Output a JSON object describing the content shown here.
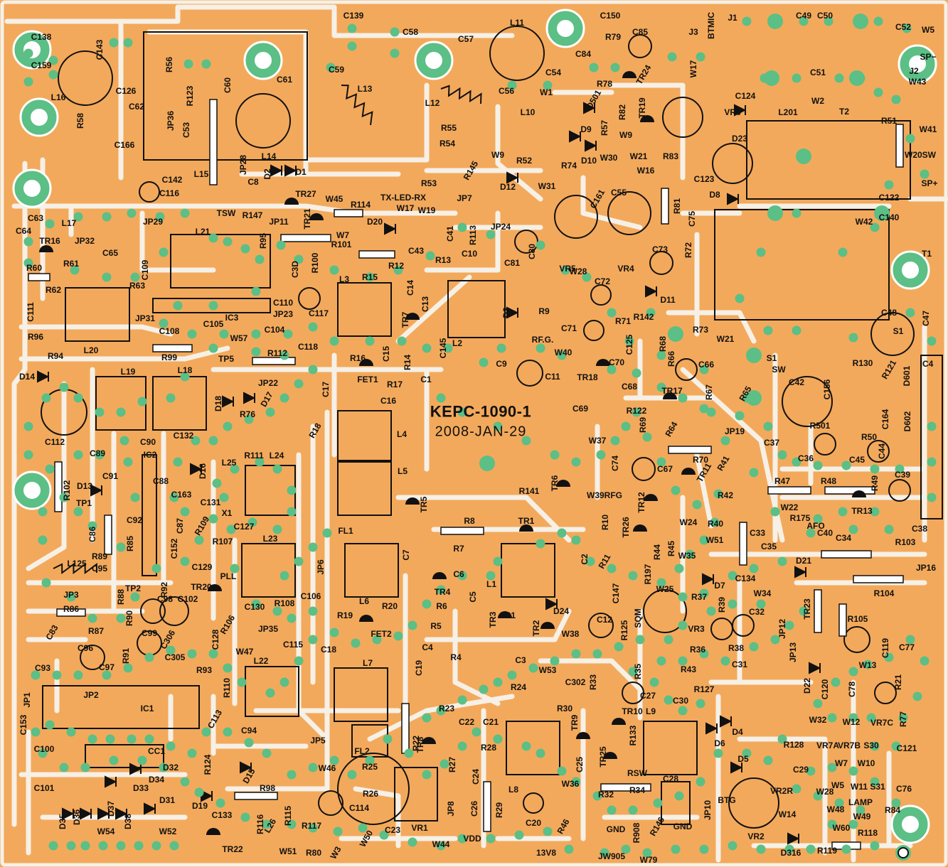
{
  "board": {
    "id": "KEPC-1090-1",
    "date": "2008-JAN-29"
  },
  "colors": {
    "board": "#f3a95b",
    "trace": "#f6f0e6",
    "pad": "#5bbf86",
    "ink": "#111111"
  },
  "labels": {
    "C139": "C139",
    "C150": "C150",
    "C138": "C138",
    "C143": "C143",
    "C58": "C58",
    "C57": "C57",
    "L11": "L11",
    "C85": "C85",
    "J3": "J3",
    "BTMIC": "BTMIC",
    "J1": "J1",
    "C49": "C49",
    "C50": "C50",
    "C52": "C52",
    "W5": "W5",
    "SPM": "SP−",
    "C159": "C159",
    "L16": "L16",
    "C126": "C126",
    "C62": "C62",
    "R56": "R56",
    "R123": "R123",
    "C60": "C60",
    "C61": "C61",
    "C59": "C59",
    "L13": "L13",
    "R79": "R79",
    "C84": "C84",
    "R78": "R78",
    "TR24": "TR24",
    "W17": "W17",
    "C51": "C51",
    "J2": "J2",
    "W43": "W43",
    "R58": "R58",
    "C166": "C166",
    "JP36": "JP36",
    "C53": "C53",
    "L15": "L15",
    "L14": "L14",
    "D2": "D2",
    "D1": "D1",
    "L12": "L12",
    "C56": "C56",
    "L10": "L10",
    "W1": "W1",
    "C54": "C54",
    "D501": "D501",
    "R82": "R82",
    "TR19": "TR19",
    "VR6": "VR6",
    "C124": "C124",
    "W2": "W2",
    "L201": "L201",
    "T2": "T2",
    "R51": "R51",
    "W41": "W41",
    "R55": "R55",
    "R54": "R54",
    "R52": "R52",
    "W9": "W9",
    "D9": "D9",
    "D10": "D10",
    "R57": "R57",
    "W9b": "W9",
    "W30": "W30",
    "W21": "W21",
    "R83": "R83",
    "W16": "W16",
    "D23": "D23",
    "W20SW": "W20SW",
    "JP28": "JP28",
    "C8": "C8",
    "C142": "C142",
    "C116": "C116",
    "R53": "R53",
    "R145": "R145",
    "D12": "D12",
    "R74": "R74",
    "W31": "W31",
    "C55": "C55",
    "C161": "C161",
    "C123": "C123",
    "SPP": "SP+",
    "TR27": "TR27",
    "W45": "W45",
    "TSW": "TSW",
    "R147": "R147",
    "TXLEDRX": "TX-LED-RX",
    "W17b": "W17",
    "W19": "W19",
    "JP7": "JP7",
    "R81": "R81",
    "D8": "D8",
    "C122": "C122",
    "C140": "C140",
    "W42": "W42",
    "C63": "C63",
    "L17": "L17",
    "JP29": "JP29",
    "L21": "L21",
    "JP11": "JP11",
    "TR21": "TR21",
    "R114": "R114",
    "D20": "D20",
    "C41": "C41",
    "R113": "R113",
    "JP24": "JP24",
    "C75": "C75",
    "T1": "T1",
    "C64": "C64",
    "TR16": "TR16",
    "JP32": "JP32",
    "C65": "C65",
    "R95": "R95",
    "W7": "W7",
    "R101": "R101",
    "C43": "C43",
    "C80": "C80",
    "C81": "C81",
    "VR5": "VR5",
    "VR4": "VR4",
    "C73": "C73",
    "R72": "R72",
    "R60": "R60",
    "R61": "R61",
    "R62": "R62",
    "R63": "R63",
    "C109": "C109",
    "R100": "R100",
    "C3D": "C3D",
    "R12": "R12",
    "C10": "C10",
    "R13": "R13",
    "W28": "W28",
    "C111": "C111",
    "C110": "C110",
    "C117": "C117",
    "L3": "L3",
    "R15": "R15",
    "C14": "C14",
    "C13": "C13",
    "D3": "D3",
    "R9": "R9",
    "C72": "C72",
    "D11": "D11",
    "C48": "C48",
    "C47": "C47",
    "S1": "S1",
    "JP31": "JP31",
    "IC3": "IC3",
    "JP23": "JP23",
    "TR7": "TR7",
    "R142": "R142",
    "R73": "R73",
    "R96": "R96",
    "C108": "C108",
    "C105": "C105",
    "C104": "C104",
    "C118": "C118",
    "RFG": "RF.G.",
    "W40": "W40",
    "C71": "C71",
    "R71": "R71",
    "W21b": "W21",
    "R94": "R94",
    "L20": "L20",
    "W57": "W57",
    "R112": "R112",
    "C15": "C15",
    "C145": "C145",
    "L2": "L2",
    "C125": "C125",
    "R68": "R68",
    "R66": "R66",
    "S1b": "S1",
    "R99": "R99",
    "TP5": "TP5",
    "R16": "R16",
    "R14": "R14",
    "C9": "C9",
    "C11": "C11",
    "TR18": "TR18",
    "C70": "C70",
    "C66": "C66",
    "SW": "SW",
    "R130": "R130",
    "R121": "R121",
    "IC4": "IC4",
    "D14": "D14",
    "L19": "L19",
    "L18": "L18",
    "JP22": "JP22",
    "FET1": "FET1",
    "R17": "R17",
    "C1": "C1",
    "C68": "C68",
    "TR17": "TR17",
    "R67": "R67",
    "R65": "R65",
    "C42": "C42",
    "C156": "C156",
    "D601": "D601",
    "D602": "D602",
    "D18": "D18",
    "D17": "D17",
    "C17": "C17",
    "C16": "C16",
    "C69": "C69",
    "R122": "R122",
    "C164": "C164",
    "C112": "C112",
    "R76": "R76",
    "R18": "R18",
    "L4": "L4",
    "R69": "R69",
    "R64": "R64",
    "JP19": "JP19",
    "R501": "R501",
    "R50": "R50",
    "R111": "R111",
    "C132": "C132",
    "C90": "C90",
    "C89": "C89",
    "W37": "W37",
    "R70": "R70",
    "C37": "C37",
    "C36": "C36",
    "C45": "C45",
    "C44": "C44",
    "IC2": "IC2",
    "L24": "L24",
    "L5": "L5",
    "C74": "C74",
    "C67": "C67",
    "TR11": "TR11",
    "R41": "R41",
    "R49": "R49",
    "C39": "C39",
    "C91": "C91",
    "D16": "D16",
    "L25": "L25",
    "TR6": "TR6",
    "R47": "R47",
    "R48": "R48",
    "D13": "D13",
    "R102": "R102",
    "C88": "C88",
    "C163": "C163",
    "R141": "R141",
    "W39RFG": "W39RFG",
    "TR12": "TR12",
    "R42": "R42",
    "TR13": "TR13",
    "TP1": "TP1",
    "C131": "C131",
    "X1": "X1",
    "TR5": "TR5",
    "W22": "W22",
    "R175": "R175",
    "AFO": "AFO",
    "C38": "C38",
    "C92": "C92",
    "C87": "C87",
    "R109": "R109",
    "C127": "C127",
    "FL1": "FL1",
    "R8": "R8",
    "TR1": "TR1",
    "R10": "R10",
    "TR26": "TR26",
    "W24": "W24",
    "R40": "R40",
    "C33": "C33",
    "C40": "C40",
    "C34": "C34",
    "C86": "C86",
    "R89": "R89",
    "R85": "R85",
    "C152": "C152",
    "R107": "R107",
    "L23": "L23",
    "R7": "R7",
    "R11": "R11",
    "R44": "R44",
    "R45": "R45",
    "W51": "W51",
    "C35": "C35",
    "R103": "R103",
    "L125": "L125",
    "C95": "C95",
    "C129": "C129",
    "JP6": "JP6",
    "C7": "C7",
    "C6": "C6",
    "L1": "L1",
    "C2": "C2",
    "W35": "W35",
    "D21": "D21",
    "JP16": "JP16",
    "TP2": "TP2",
    "R92": "R92",
    "PLL": "PLL",
    "TR20": "TR20",
    "R197": "R197",
    "C147": "C147",
    "D7": "D7",
    "C134": "C134",
    "R104": "R104",
    "JP3": "JP3",
    "R88": "R88",
    "C98": "C98",
    "C102": "C102",
    "C106": "C106",
    "TR4": "TR4",
    "C5": "C5",
    "W25": "W25",
    "R37": "R37",
    "W34": "W34",
    "R86": "R86",
    "R90": "R90",
    "R106": "R106",
    "C130": "C130",
    "R108": "R108",
    "L6": "L6",
    "R20": "R20",
    "R6": "R6",
    "D24": "D24",
    "SQM": "SQM",
    "R39": "R39",
    "C32": "C32",
    "C83": "C83",
    "R87": "R87",
    "C99": "C99",
    "C306": "C306",
    "JP35": "JP35",
    "R19": "R19",
    "TR3": "TR3",
    "R31": "R31",
    "TR2": "TR2",
    "R125": "R125",
    "C12": "C12",
    "VR3": "VR3",
    "JP12": "JP12",
    "TR23": "TR23",
    "R105": "R105",
    "C96": "C96",
    "C128": "C128",
    "FET2": "FET2",
    "R5": "R5",
    "W38": "W38",
    "C119": "C119",
    "C93": "C93",
    "C97": "C97",
    "R91": "R91",
    "C305": "C305",
    "W47": "W47",
    "C115": "C115",
    "C18": "C18",
    "C4": "C4",
    "C3": "C3",
    "R36": "R36",
    "R38": "R38",
    "JP13": "JP13",
    "C77": "C77",
    "R93": "R93",
    "L22": "L22",
    "L7": "L7",
    "R4": "R4",
    "C31": "C31",
    "W13": "W13",
    "JP1": "JP1",
    "JP2": "JP2",
    "IC1": "IC1",
    "R110": "R110",
    "C19": "C19",
    "W53": "W53",
    "C302": "C302",
    "R33": "R33",
    "R35": "R35",
    "R43": "R43",
    "D22": "D22",
    "C120": "C120",
    "C78": "C78",
    "R21": "R21",
    "C113": "C113",
    "R24": "R24",
    "C27": "C27",
    "R127": "R127",
    "W32": "W32",
    "W12": "W12",
    "VR7C": "VR7C",
    "R77": "R77",
    "C153": "C153",
    "C94": "C94",
    "JP5": "JP5",
    "R23": "R23",
    "R30": "R30",
    "TR10": "TR10",
    "L9": "L9",
    "C30": "C30",
    "D4": "D4",
    "C100": "C100",
    "CC1": "CC1",
    "R22": "R22",
    "C22": "C22",
    "C21": "C21",
    "TR9": "TR9",
    "R133": "R133",
    "D6": "D6",
    "R128": "R128",
    "VR7A": "VR7A",
    "VR7B": "VR7B",
    "S30": "S30",
    "C121": "C121",
    "D32": "D32",
    "R124": "R124",
    "FL2": "FL2",
    "TR8": "TR8",
    "R28": "R28",
    "C25": "C25",
    "TR25": "TR25",
    "RSW": "RSW",
    "D5": "D5",
    "W7b": "W7",
    "W10": "W10",
    "C101": "C101",
    "D34": "D34",
    "D33": "D33",
    "D15": "D15",
    "W46": "W46",
    "R25": "R25",
    "R27": "R27",
    "C24": "C24",
    "L8": "L8",
    "C28": "C28",
    "C29": "C29",
    "W5b": "W5",
    "W11": "W11",
    "S31": "S31",
    "R98": "R98",
    "R26": "R26",
    "W36": "W36",
    "R32": "R32",
    "R34": "R34",
    "VR2R": "VR2R",
    "W28b": "W28",
    "C76": "C76",
    "D31": "D31",
    "D19": "D19",
    "JP8": "JP8",
    "C26": "C26",
    "R29": "R29",
    "JP10": "JP10",
    "BTG": "BTG",
    "LAMP": "LAMP",
    "W48": "W48",
    "D35": "D35",
    "D36": "D36",
    "D37": "D37",
    "D38": "D38",
    "C133": "C133",
    "L26": "L26",
    "R115": "R115",
    "R117": "R117",
    "C114": "C114",
    "C20": "C20",
    "R46": "R46",
    "W14": "W14",
    "W49": "W49",
    "R84": "R84",
    "W54": "W54",
    "W52": "W52",
    "R116": "R116",
    "VR1": "VR1",
    "C23": "C23",
    "GND": "GND",
    "R908": "R908",
    "R146": "R146",
    "GND2": "GND",
    "W60": "W60",
    "TR22": "TR22",
    "W51b": "W51",
    "R80": "R80",
    "W50": "W50",
    "W44": "W44",
    "VDD": "VDD",
    "VR2": "VR2",
    "D316": "D316",
    "R118": "R118",
    "W3": "W3",
    "V13V8": "13V8",
    "JW905": "JW905",
    "W79": "W79",
    "R119": "R119"
  }
}
